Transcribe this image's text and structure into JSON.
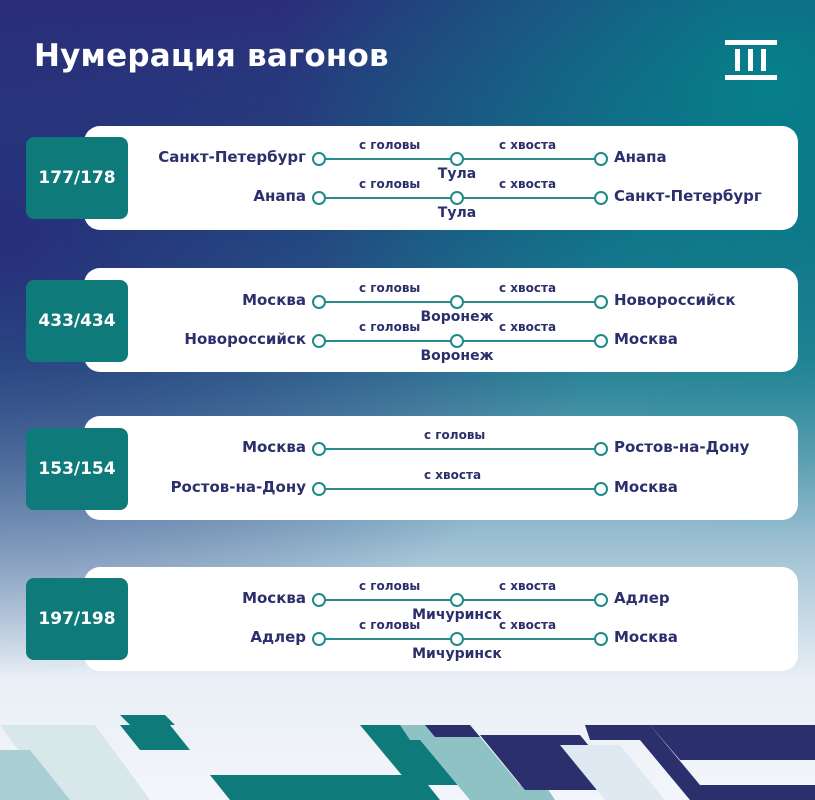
{
  "header": {
    "title": "Нумерация вагонов",
    "logo_icon": "railway-logo-icon"
  },
  "colors": {
    "teal": "#0f7a7a",
    "navy": "#2b2f6b",
    "line": "#2a8a8a"
  },
  "cards": [
    {
      "train": "177/178",
      "routes": [
        {
          "from": "Санкт-Петербург",
          "to": "Анапа",
          "label_a": "с головы",
          "label_b": "с хвоста",
          "mid": "Тула"
        },
        {
          "from": "Анапа",
          "to": "Санкт-Петербург",
          "label_a": "с головы",
          "label_b": "с хвоста",
          "mid": "Тула"
        }
      ]
    },
    {
      "train": "433/434",
      "routes": [
        {
          "from": "Москва",
          "to": "Новороссийск",
          "label_a": "с головы",
          "label_b": "с хвоста",
          "mid": "Воронеж"
        },
        {
          "from": "Новороссийск",
          "to": "Москва",
          "label_a": "с головы",
          "label_b": "с хвоста",
          "mid": "Воронеж"
        }
      ]
    },
    {
      "train": "153/154",
      "routes": [
        {
          "from": "Москва",
          "to": "Ростов-на-Дону",
          "label": "с головы"
        },
        {
          "from": "Ростов-на-Дону",
          "to": "Москва",
          "label": "с хвоста"
        }
      ]
    },
    {
      "train": "197/198",
      "routes": [
        {
          "from": "Москва",
          "to": "Адлер",
          "label_a": "с головы",
          "label_b": "с хвоста",
          "mid": "Мичуринск"
        },
        {
          "from": "Адлер",
          "to": "Москва",
          "label_a": "с головы",
          "label_b": "с хвоста",
          "mid": "Мичуринск"
        }
      ]
    }
  ]
}
